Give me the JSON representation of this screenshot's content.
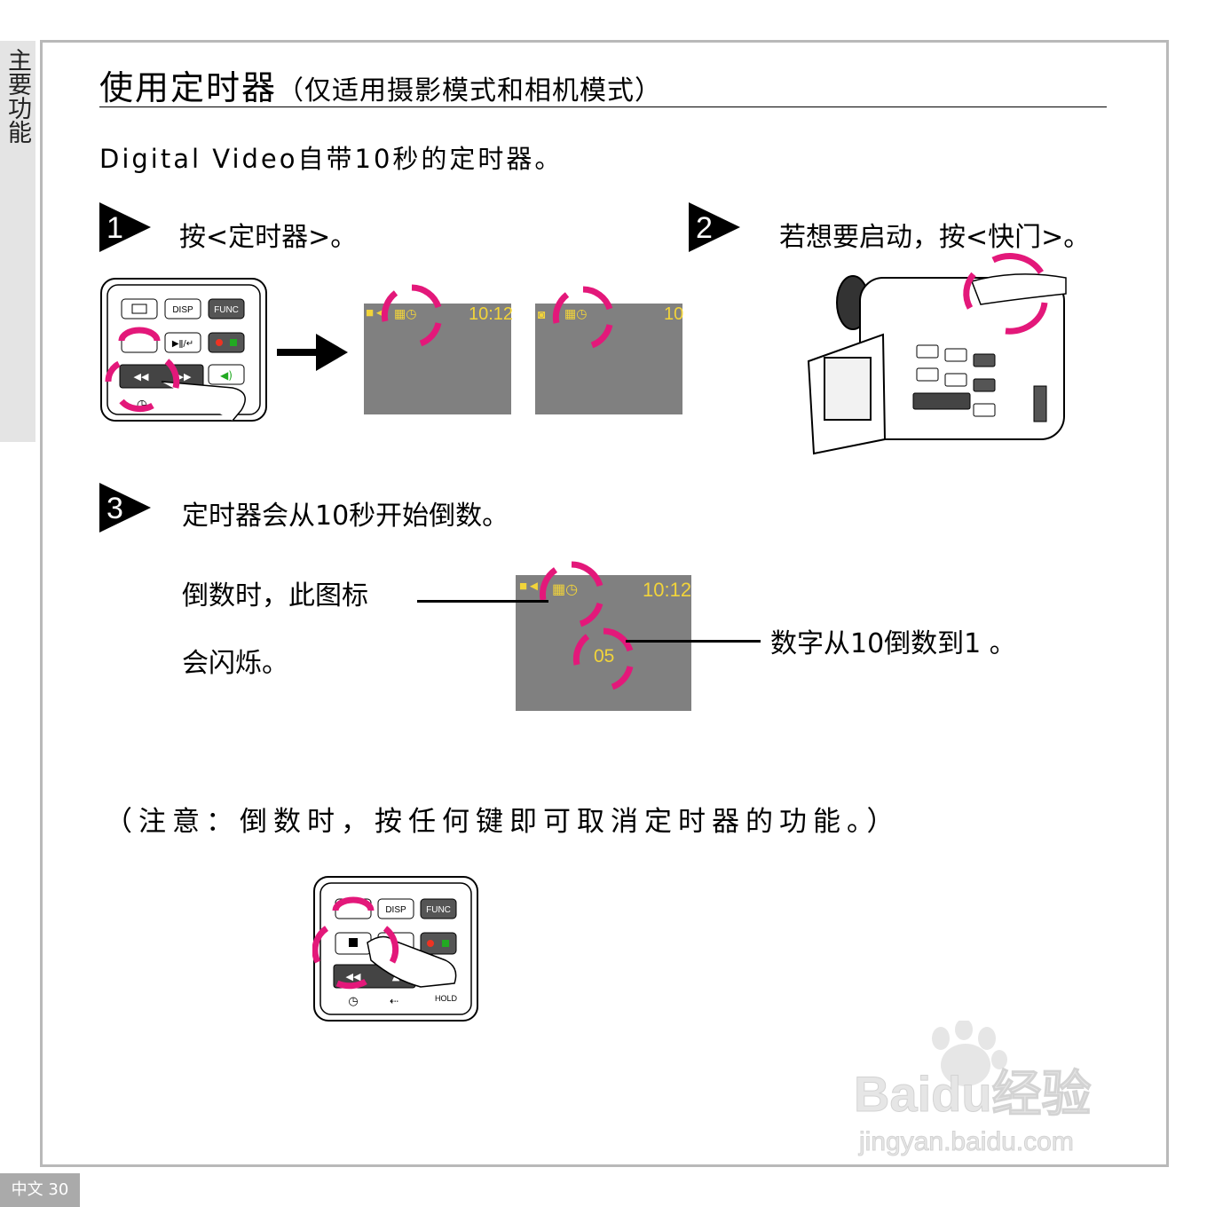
{
  "side_tab": "主要功能",
  "title": {
    "main": "使用定时器",
    "sub": "（仅适用摄影模式和相机模式）"
  },
  "intro": "Digital  Video自带10秒的定时器。",
  "steps": [
    {
      "number": "1",
      "text": "按<定时器>。"
    },
    {
      "number": "2",
      "text": "若想要启动，按<快门>。"
    },
    {
      "number": "3",
      "text": "定时器会从10秒开始倒数。"
    }
  ],
  "blink_label": {
    "line1": "倒数时，此图标",
    "line2": "会闪烁。"
  },
  "countdown_label": "数字从10倒数到1 。",
  "note": "（注意：倒数时，按任何键即可取消定时器的功能。）",
  "control_panel": {
    "disp": "DISP",
    "func": "FUNC",
    "hold": "HOLD"
  },
  "screens": {
    "video_time": "10:12",
    "photo_count": "10",
    "countdown_time": "10:12",
    "countdown_value": "05"
  },
  "watermark": {
    "brand": "Baidu经验",
    "url": "jingyan.baidu.com"
  },
  "footer": "中文 30",
  "colors": {
    "highlight": "#e3187a",
    "osd": "#f2d43a",
    "screen": "#808080",
    "frame": "#b9b9b9"
  }
}
